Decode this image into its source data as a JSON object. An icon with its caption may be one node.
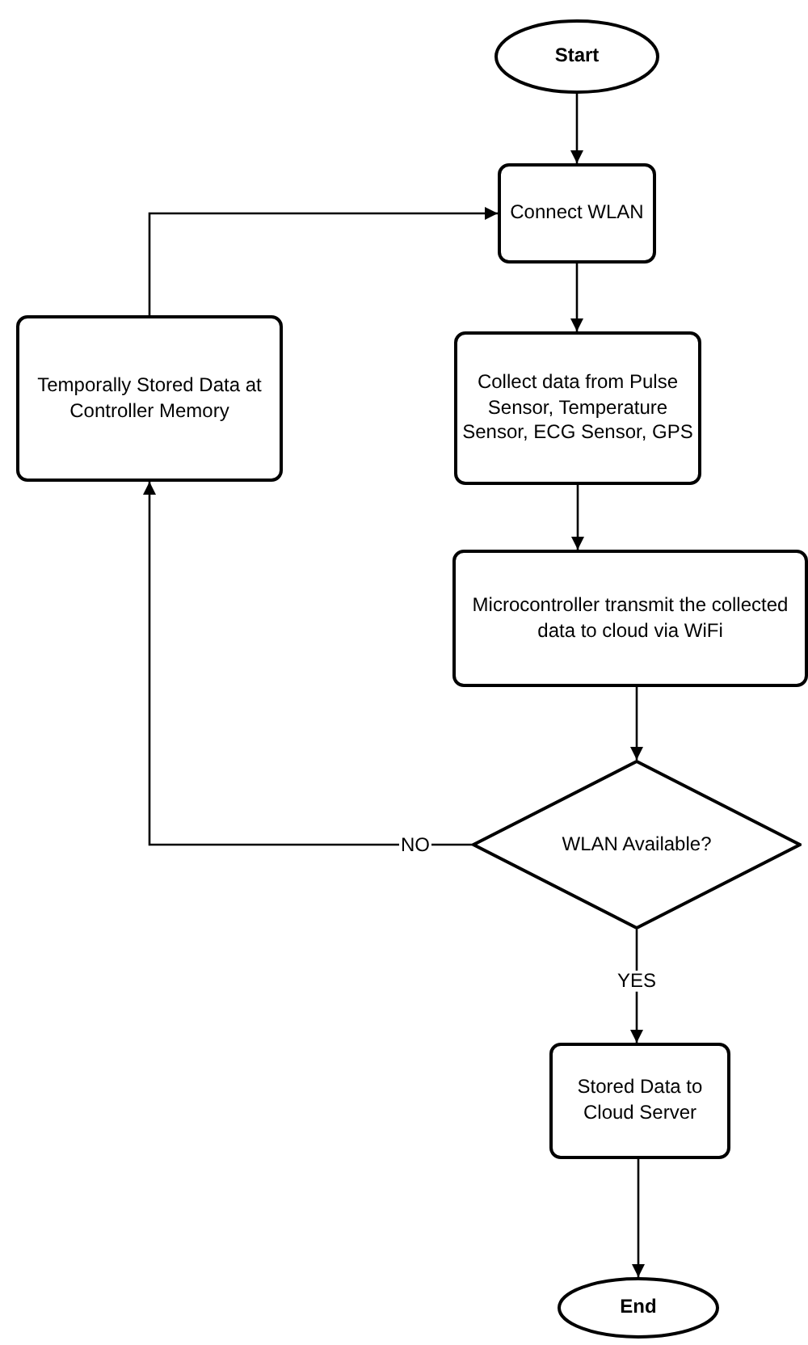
{
  "diagram": {
    "nodes": [
      {
        "text": [
          "Start"
        ]
      },
      {
        "text": [
          "Connect WLAN"
        ]
      },
      {
        "text": [
          "Collect data from Pulse Sensor, Temperature Sensor, ECG Sensor, GPS"
        ]
      },
      {
        "text": [
          "Microcontroller transmit the collected data to cloud via WiFi"
        ]
      },
      {
        "text": [
          "WLAN Available?"
        ]
      },
      {
        "text": [
          "Temporally Stored Data at Controller Memory"
        ]
      },
      {
        "text": [
          "Stored Data to Cloud Server"
        ]
      },
      {
        "text": [
          "End"
        ]
      }
    ],
    "edges": [
      {
        "from": 0,
        "to": 1,
        "arrow": "to"
      },
      {
        "from": 1,
        "to": 2,
        "arrow": "to"
      },
      {
        "from": 2,
        "to": 3,
        "arrow": "to"
      },
      {
        "from": 3,
        "to": 4,
        "arrow": "to"
      },
      {
        "from": 4,
        "to": 5,
        "arrow": "to",
        "label": "NO"
      },
      {
        "from": 4,
        "to": 6,
        "arrow": "to",
        "label": "YES"
      },
      {
        "from": 6,
        "to": 7,
        "arrow": "to"
      },
      {
        "from": 5,
        "to": 1,
        "arrow": "to"
      }
    ]
  }
}
